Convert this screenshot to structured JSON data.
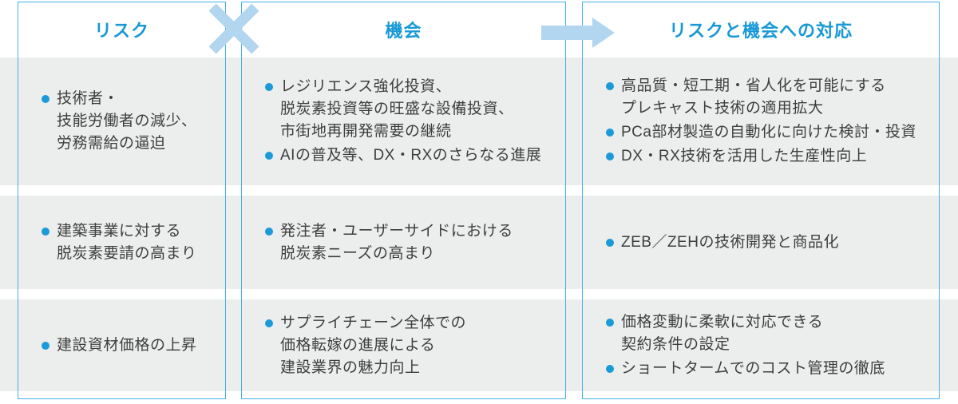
{
  "colors": {
    "header_blue": "#1899d6",
    "border_blue": "#45b0e5",
    "connector_blue": "#b2d6ef",
    "band_gray": "#eceded",
    "bullet_blue": "#1b9ad8",
    "body_text": "#3e3e3e"
  },
  "columns": [
    {
      "id": "risk",
      "header": "リスク",
      "rows": [
        {
          "items": [
            [
              "技術者・",
              "技能労働者の減少、",
              "労務需給の逼迫"
            ]
          ]
        },
        {
          "items": [
            [
              "建築事業に対する",
              "脱炭素要請の高まり"
            ]
          ]
        },
        {
          "items": [
            [
              "建設資材価格の上昇"
            ]
          ]
        }
      ]
    },
    {
      "id": "opportunity",
      "header": "機会",
      "rows": [
        {
          "items": [
            [
              "レジリエンス強化投資、",
              "脱炭素投資等の旺盛な設備投資、",
              "市街地再開発需要の継続"
            ],
            [
              "AIの普及等、DX・RXのさらなる進展"
            ]
          ]
        },
        {
          "items": [
            [
              "発注者・ユーザーサイドにおける",
              "脱炭素ニーズの高まり"
            ]
          ]
        },
        {
          "items": [
            [
              "サプライチェーン全体での",
              "価格転嫁の進展による",
              "建設業界の魅力向上"
            ]
          ]
        }
      ]
    },
    {
      "id": "response",
      "header": "リスクと機会への対応",
      "rows": [
        {
          "items": [
            [
              "高品質・短工期・省人化を可能にする",
              "プレキャスト技術の適用拡大"
            ],
            [
              "PCa部材製造の自動化に向けた検討・投資"
            ],
            [
              "DX・RX技術を活用した生産性向上"
            ]
          ]
        },
        {
          "items": [
            [
              "ZEB／ZEHの技術開発と商品化"
            ]
          ]
        },
        {
          "items": [
            [
              "価格変動に柔軟に対応できる",
              "契約条件の設定"
            ],
            [
              "ショートタームでのコスト管理の徹底"
            ]
          ]
        }
      ]
    }
  ],
  "connectors": [
    {
      "type": "cross",
      "label": "risk-vs-opportunity"
    },
    {
      "type": "arrow-right",
      "label": "leads-to-response"
    }
  ]
}
